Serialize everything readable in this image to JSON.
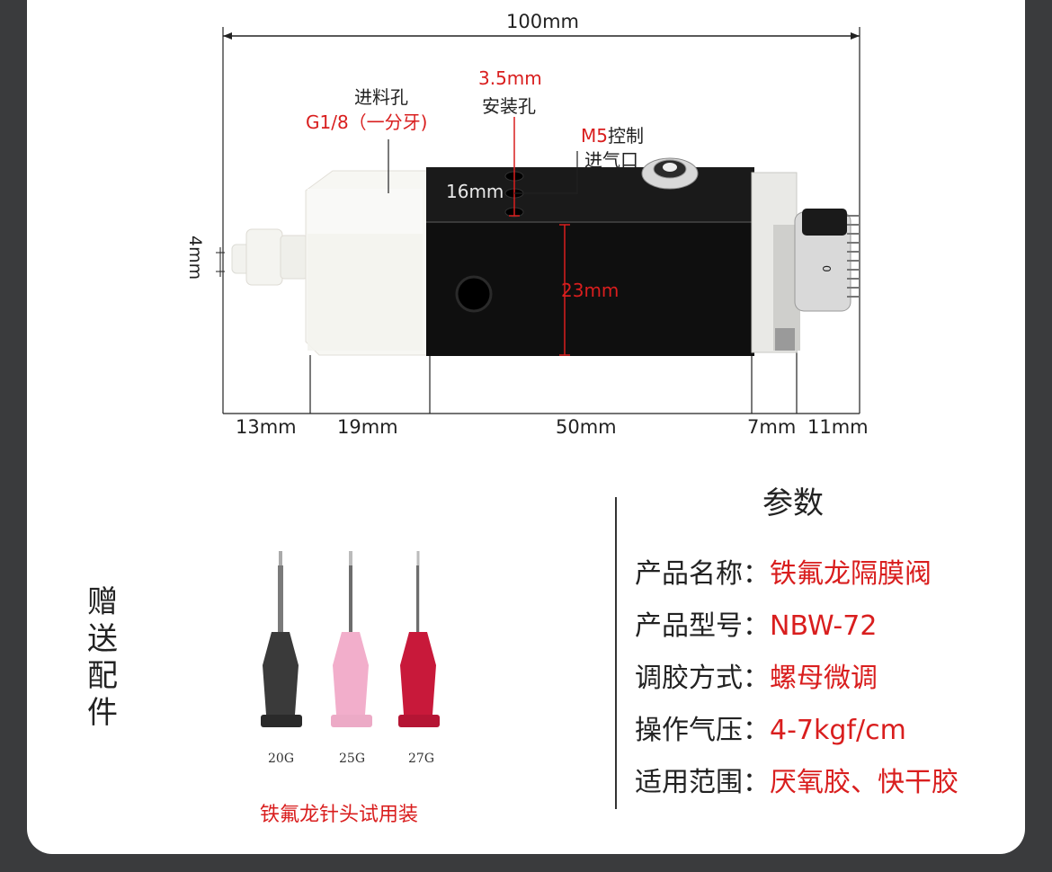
{
  "diagram": {
    "overall_length": "100mm",
    "segments": [
      "13mm",
      "19mm",
      "50mm",
      "7mm",
      "11mm"
    ],
    "height_left": "4mm",
    "body_height": "23mm",
    "hole_spacing": "16mm",
    "inlet_title": "进料孔",
    "inlet_spec": "G1/8（一分牙)",
    "mount_size": "3.5mm",
    "mount_title": "安装孔",
    "control_spec": "M5",
    "control_title": "控制",
    "control_title2": "进气口"
  },
  "params": {
    "title": "参数",
    "rows": [
      {
        "key": "产品名称：",
        "value": "铁氟龙隔膜阀"
      },
      {
        "key": "产品型号：",
        "value": "NBW-72"
      },
      {
        "key": "调胶方式：",
        "value": "螺母微调"
      },
      {
        "key": "操作气压：",
        "value": "4-7kgf/cm"
      },
      {
        "key": "适用范围：",
        "value": "厌氧胶、快干胶"
      }
    ]
  },
  "gift": {
    "label_chars": [
      "赠",
      "送",
      "配",
      "件"
    ],
    "needles": [
      {
        "gauge": "20G",
        "color": "#3a3a3a"
      },
      {
        "gauge": "25G",
        "color": "#f2aecb"
      },
      {
        "gauge": "27G",
        "color": "#c8193a"
      }
    ],
    "caption": "铁氟龙针头试用装"
  },
  "colors": {
    "accent_red": "#d91e1e",
    "background": "#3a3b3d"
  }
}
